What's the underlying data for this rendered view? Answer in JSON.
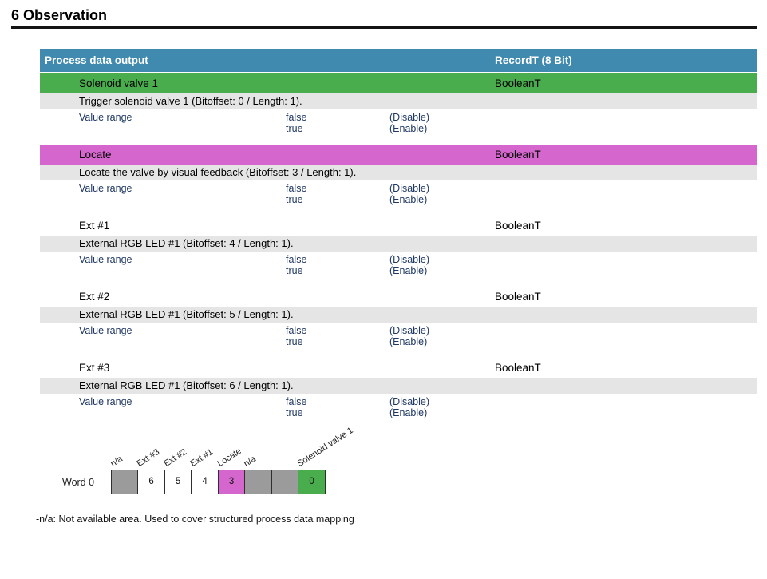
{
  "page": {
    "heading": "6 Observation"
  },
  "table": {
    "header": {
      "title": "Process data output",
      "type": "RecordT (8 Bit)"
    },
    "entries": [
      {
        "name": "Solenoid valve 1",
        "type": "BooleanT",
        "accent": "green",
        "description": "Trigger solenoid valve 1 (Bitoffset: 0 / Length: 1).",
        "value_range_label": "Value range",
        "values": [
          {
            "value": "false",
            "meaning": "(Disable)"
          },
          {
            "value": "true",
            "meaning": "(Enable)"
          }
        ]
      },
      {
        "name": "Locate",
        "type": "BooleanT",
        "accent": "magenta",
        "description": "Locate the valve by visual feedback (Bitoffset: 3 / Length: 1).",
        "value_range_label": "Value range",
        "values": [
          {
            "value": "false",
            "meaning": "(Disable)"
          },
          {
            "value": "true",
            "meaning": "(Enable)"
          }
        ]
      },
      {
        "name": "Ext #1",
        "type": "BooleanT",
        "accent": "none",
        "description": "External RGB LED #1 (Bitoffset: 4 / Length: 1).",
        "value_range_label": "Value range",
        "values": [
          {
            "value": "false",
            "meaning": "(Disable)"
          },
          {
            "value": "true",
            "meaning": "(Enable)"
          }
        ]
      },
      {
        "name": "Ext #2",
        "type": "BooleanT",
        "accent": "none",
        "description": "External RGB LED #1 (Bitoffset: 5 / Length: 1).",
        "value_range_label": "Value range",
        "values": [
          {
            "value": "false",
            "meaning": "(Disable)"
          },
          {
            "value": "true",
            "meaning": "(Enable)"
          }
        ]
      },
      {
        "name": "Ext #3",
        "type": "BooleanT",
        "accent": "none",
        "description": "External RGB LED #1 (Bitoffset: 6 / Length: 1).",
        "value_range_label": "Value range",
        "values": [
          {
            "value": "false",
            "meaning": "(Disable)"
          },
          {
            "value": "true",
            "meaning": "(Enable)"
          }
        ]
      }
    ]
  },
  "bit_diagram": {
    "word_label": "Word 0",
    "cells": [
      {
        "label": "n/a",
        "number": "",
        "color": "gray"
      },
      {
        "label": "Ext #3",
        "number": "6",
        "color": "white"
      },
      {
        "label": "Ext #2",
        "number": "5",
        "color": "white"
      },
      {
        "label": "Ext #1",
        "number": "4",
        "color": "white"
      },
      {
        "label": "Locate",
        "number": "3",
        "color": "magenta"
      },
      {
        "label": "n/a",
        "number": "",
        "color": "gray"
      },
      {
        "label": "",
        "number": "",
        "color": "gray"
      },
      {
        "label": "Solenoid valve 1",
        "number": "0",
        "color": "green"
      }
    ],
    "footnote": "-n/a: Not available area. Used to cover structured process data mapping"
  },
  "colors": {
    "header_bg": "#3f8aae",
    "green": "#4aad4d",
    "magenta": "#d566ce",
    "row_gray": "#e5e5e5",
    "cell_gray": "#9b9b9b",
    "value_text": "#1f3864"
  }
}
